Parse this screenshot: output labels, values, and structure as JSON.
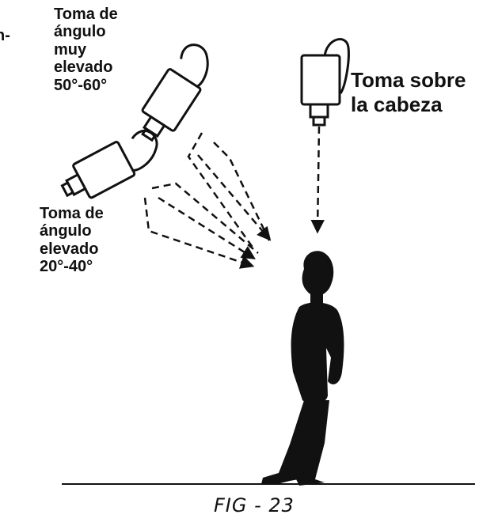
{
  "labels": {
    "cut_prefix": "n-",
    "very_high_angle": "Toma de\nángulo\nmuy\nelevado\n   50°-60°",
    "overhead": "Toma sobre\nla cabeza",
    "high_angle": "Toma de\nángulo\nelevado\n20°-40°"
  },
  "caption": "FIG - 23",
  "colors": {
    "ink": "#111111",
    "background": "#ffffff"
  },
  "icons": [
    "camera-icon",
    "camera-icon",
    "camera-icon",
    "person-silhouette"
  ]
}
